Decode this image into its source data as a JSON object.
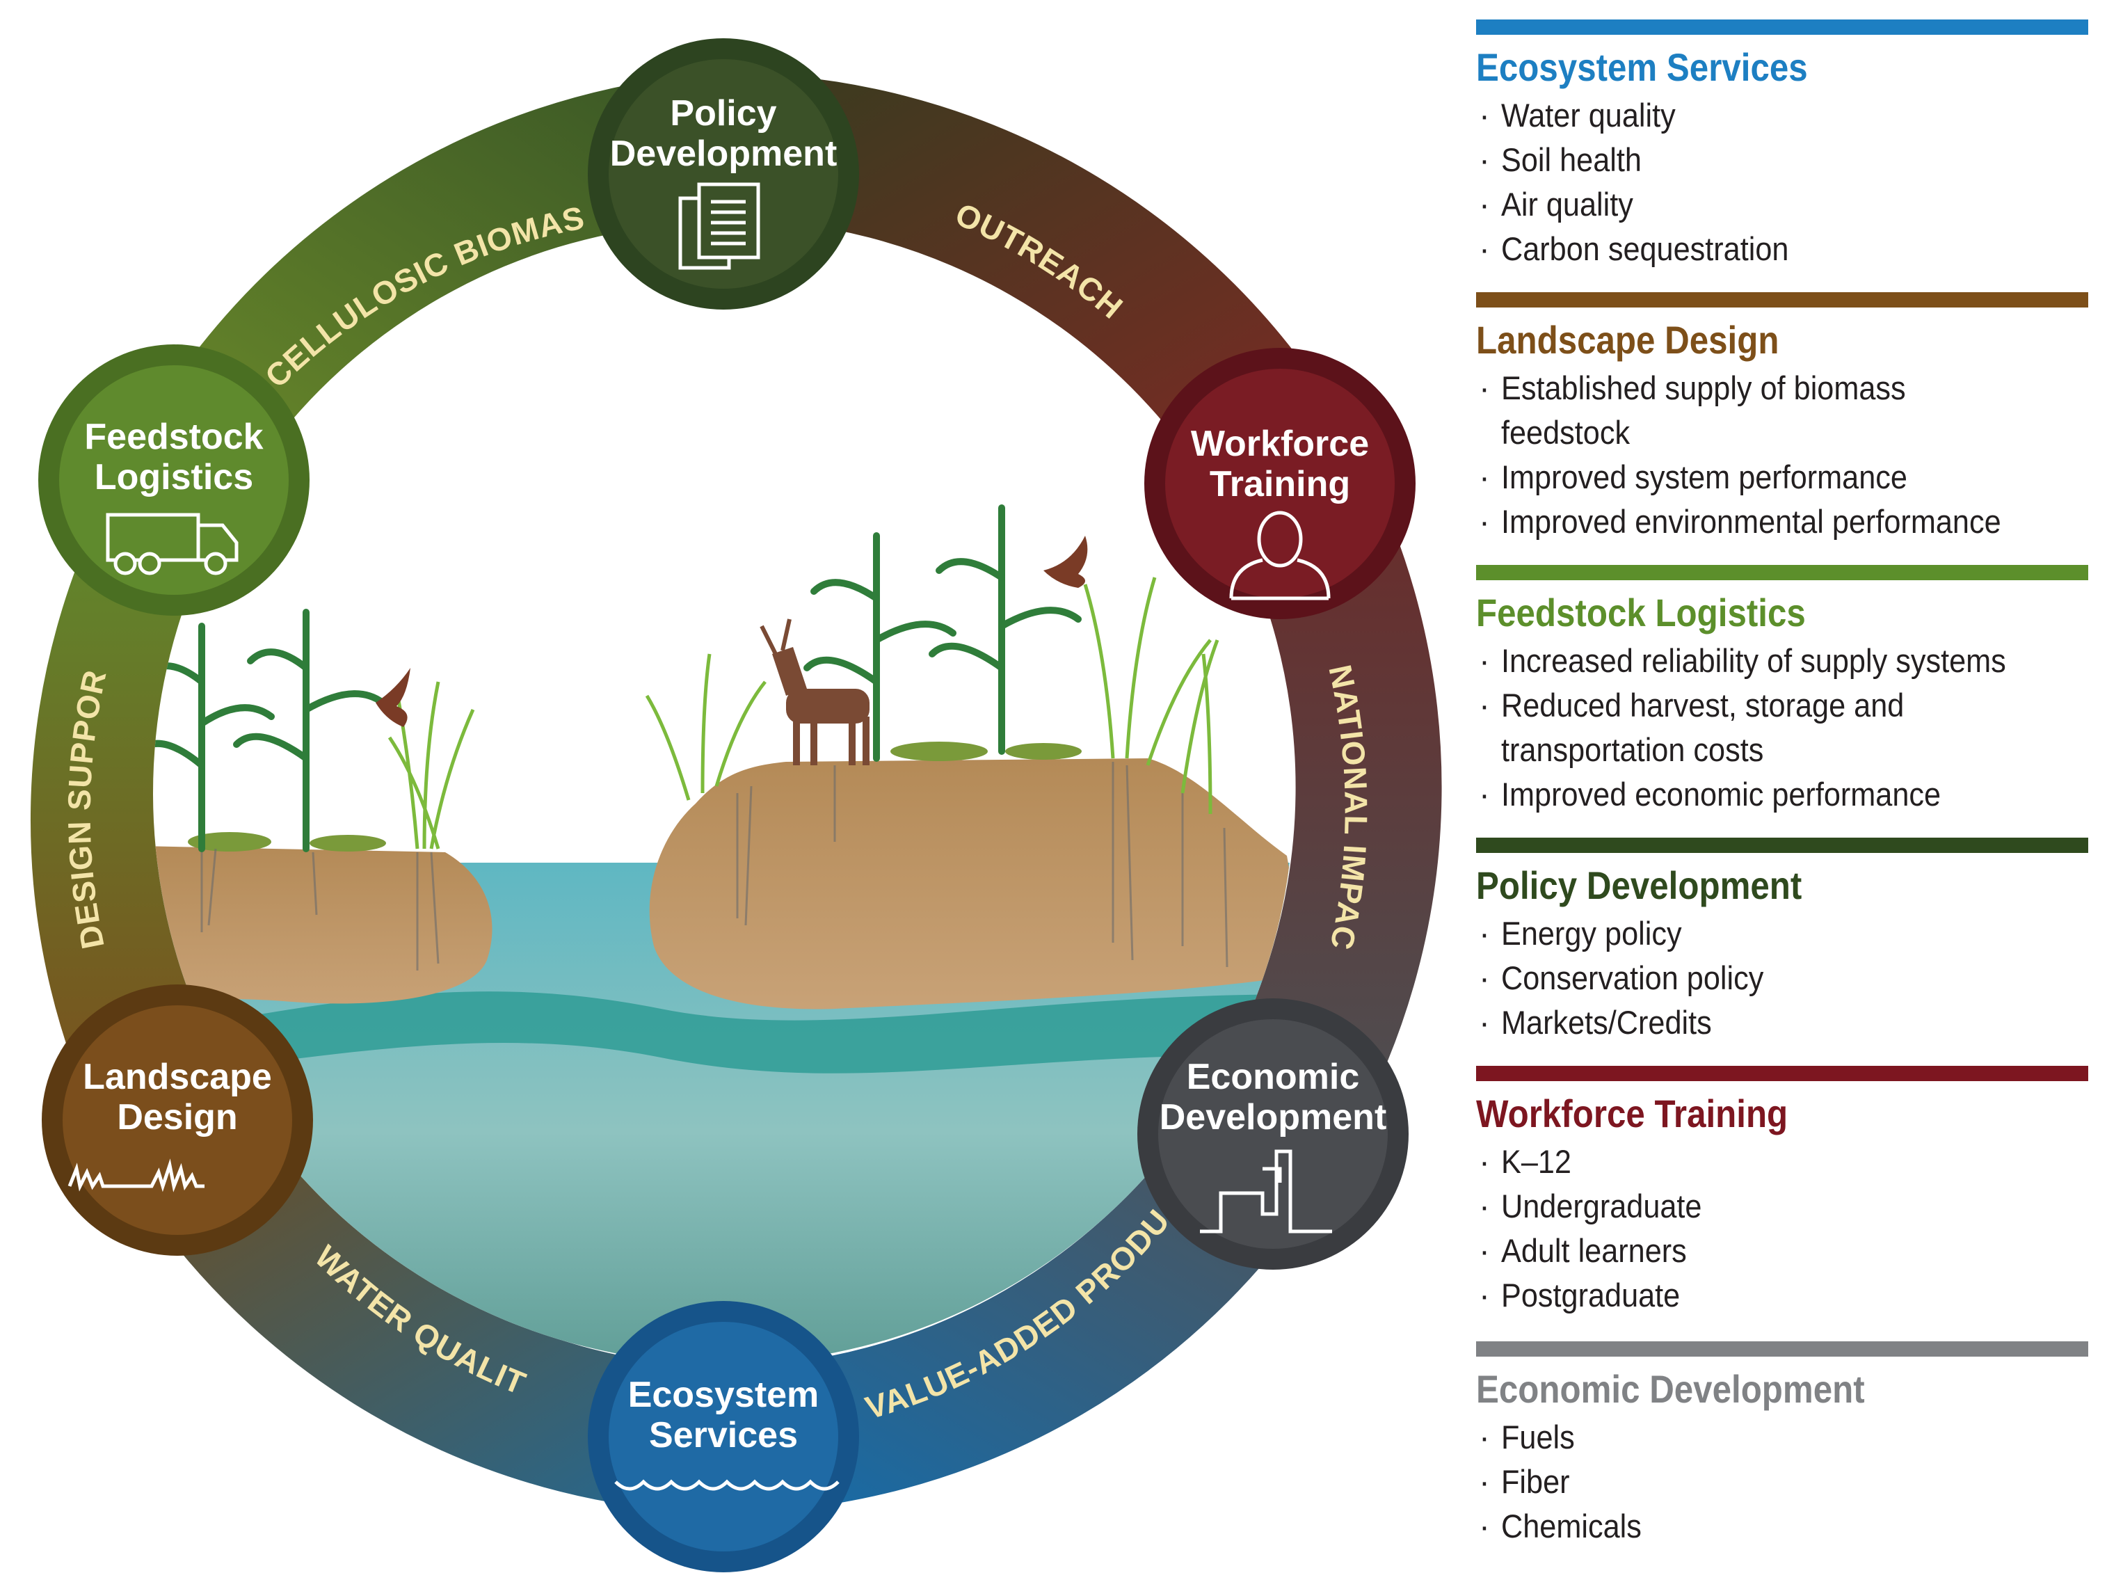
{
  "ring_labels": {
    "top_left": "CELLULOSIC BIOMASS",
    "top_right": "OUTREACH",
    "left": "DESIGN SUPPORT",
    "right": "NATIONAL IMPACTS",
    "bottom_left": "WATER QUALITY",
    "bottom_right": "VALUE-ADDED PRODUCTS"
  },
  "nodes": {
    "policy": {
      "line1": "Policy",
      "line2": "Development",
      "icon": "documents-icon",
      "color": "#3b5128"
    },
    "workforce": {
      "line1": "Workforce",
      "line2": "Training",
      "icon": "person-icon",
      "color": "#7a1c24"
    },
    "economic": {
      "line1": "Economic",
      "line2": "Development",
      "icon": "factory-icon",
      "color": "#4a4c50"
    },
    "ecosystem": {
      "line1": "Ecosystem",
      "line2": "Services",
      "icon": "waves-icon",
      "color": "#1f6aa5"
    },
    "landscape": {
      "line1": "Landscape",
      "line2": "Design",
      "icon": "grass-icon",
      "color": "#7b4e1c"
    },
    "feedstock": {
      "line1": "Feedstock",
      "line2": "Logistics",
      "icon": "truck-icon",
      "color": "#5f8a2d"
    }
  },
  "legend": [
    {
      "key": "ecosystem",
      "title": "Ecosystem Services",
      "color": "#1d7fc2",
      "items": [
        "Water quality",
        "Soil health",
        "Air quality",
        "Carbon sequestration"
      ]
    },
    {
      "key": "landscape",
      "title": "Landscape Design",
      "color": "#7d4f19",
      "items": [
        "Established supply of biomass feedstock",
        "Improved system performance",
        "Improved environmental performance"
      ]
    },
    {
      "key": "feedstock",
      "title": "Feedstock Logistics",
      "color": "#5c8f2b",
      "items": [
        "Increased reliability of supply systems",
        "Reduced harvest, storage and transportation costs",
        "Improved economic performance"
      ]
    },
    {
      "key": "policy",
      "title": "Policy Development",
      "color": "#2f4a1e",
      "items": [
        "Energy policy",
        "Conservation policy",
        "Markets/Credits"
      ]
    },
    {
      "key": "workforce",
      "title": "Workforce Training",
      "color": "#7d1620",
      "items": [
        "K–12",
        "Undergraduate",
        "Adult learners",
        "Postgraduate"
      ]
    },
    {
      "key": "economic",
      "title": "Economic Development",
      "color": "#808285",
      "items": [
        "Fuels",
        "Fiber",
        "Chemicals"
      ]
    }
  ]
}
